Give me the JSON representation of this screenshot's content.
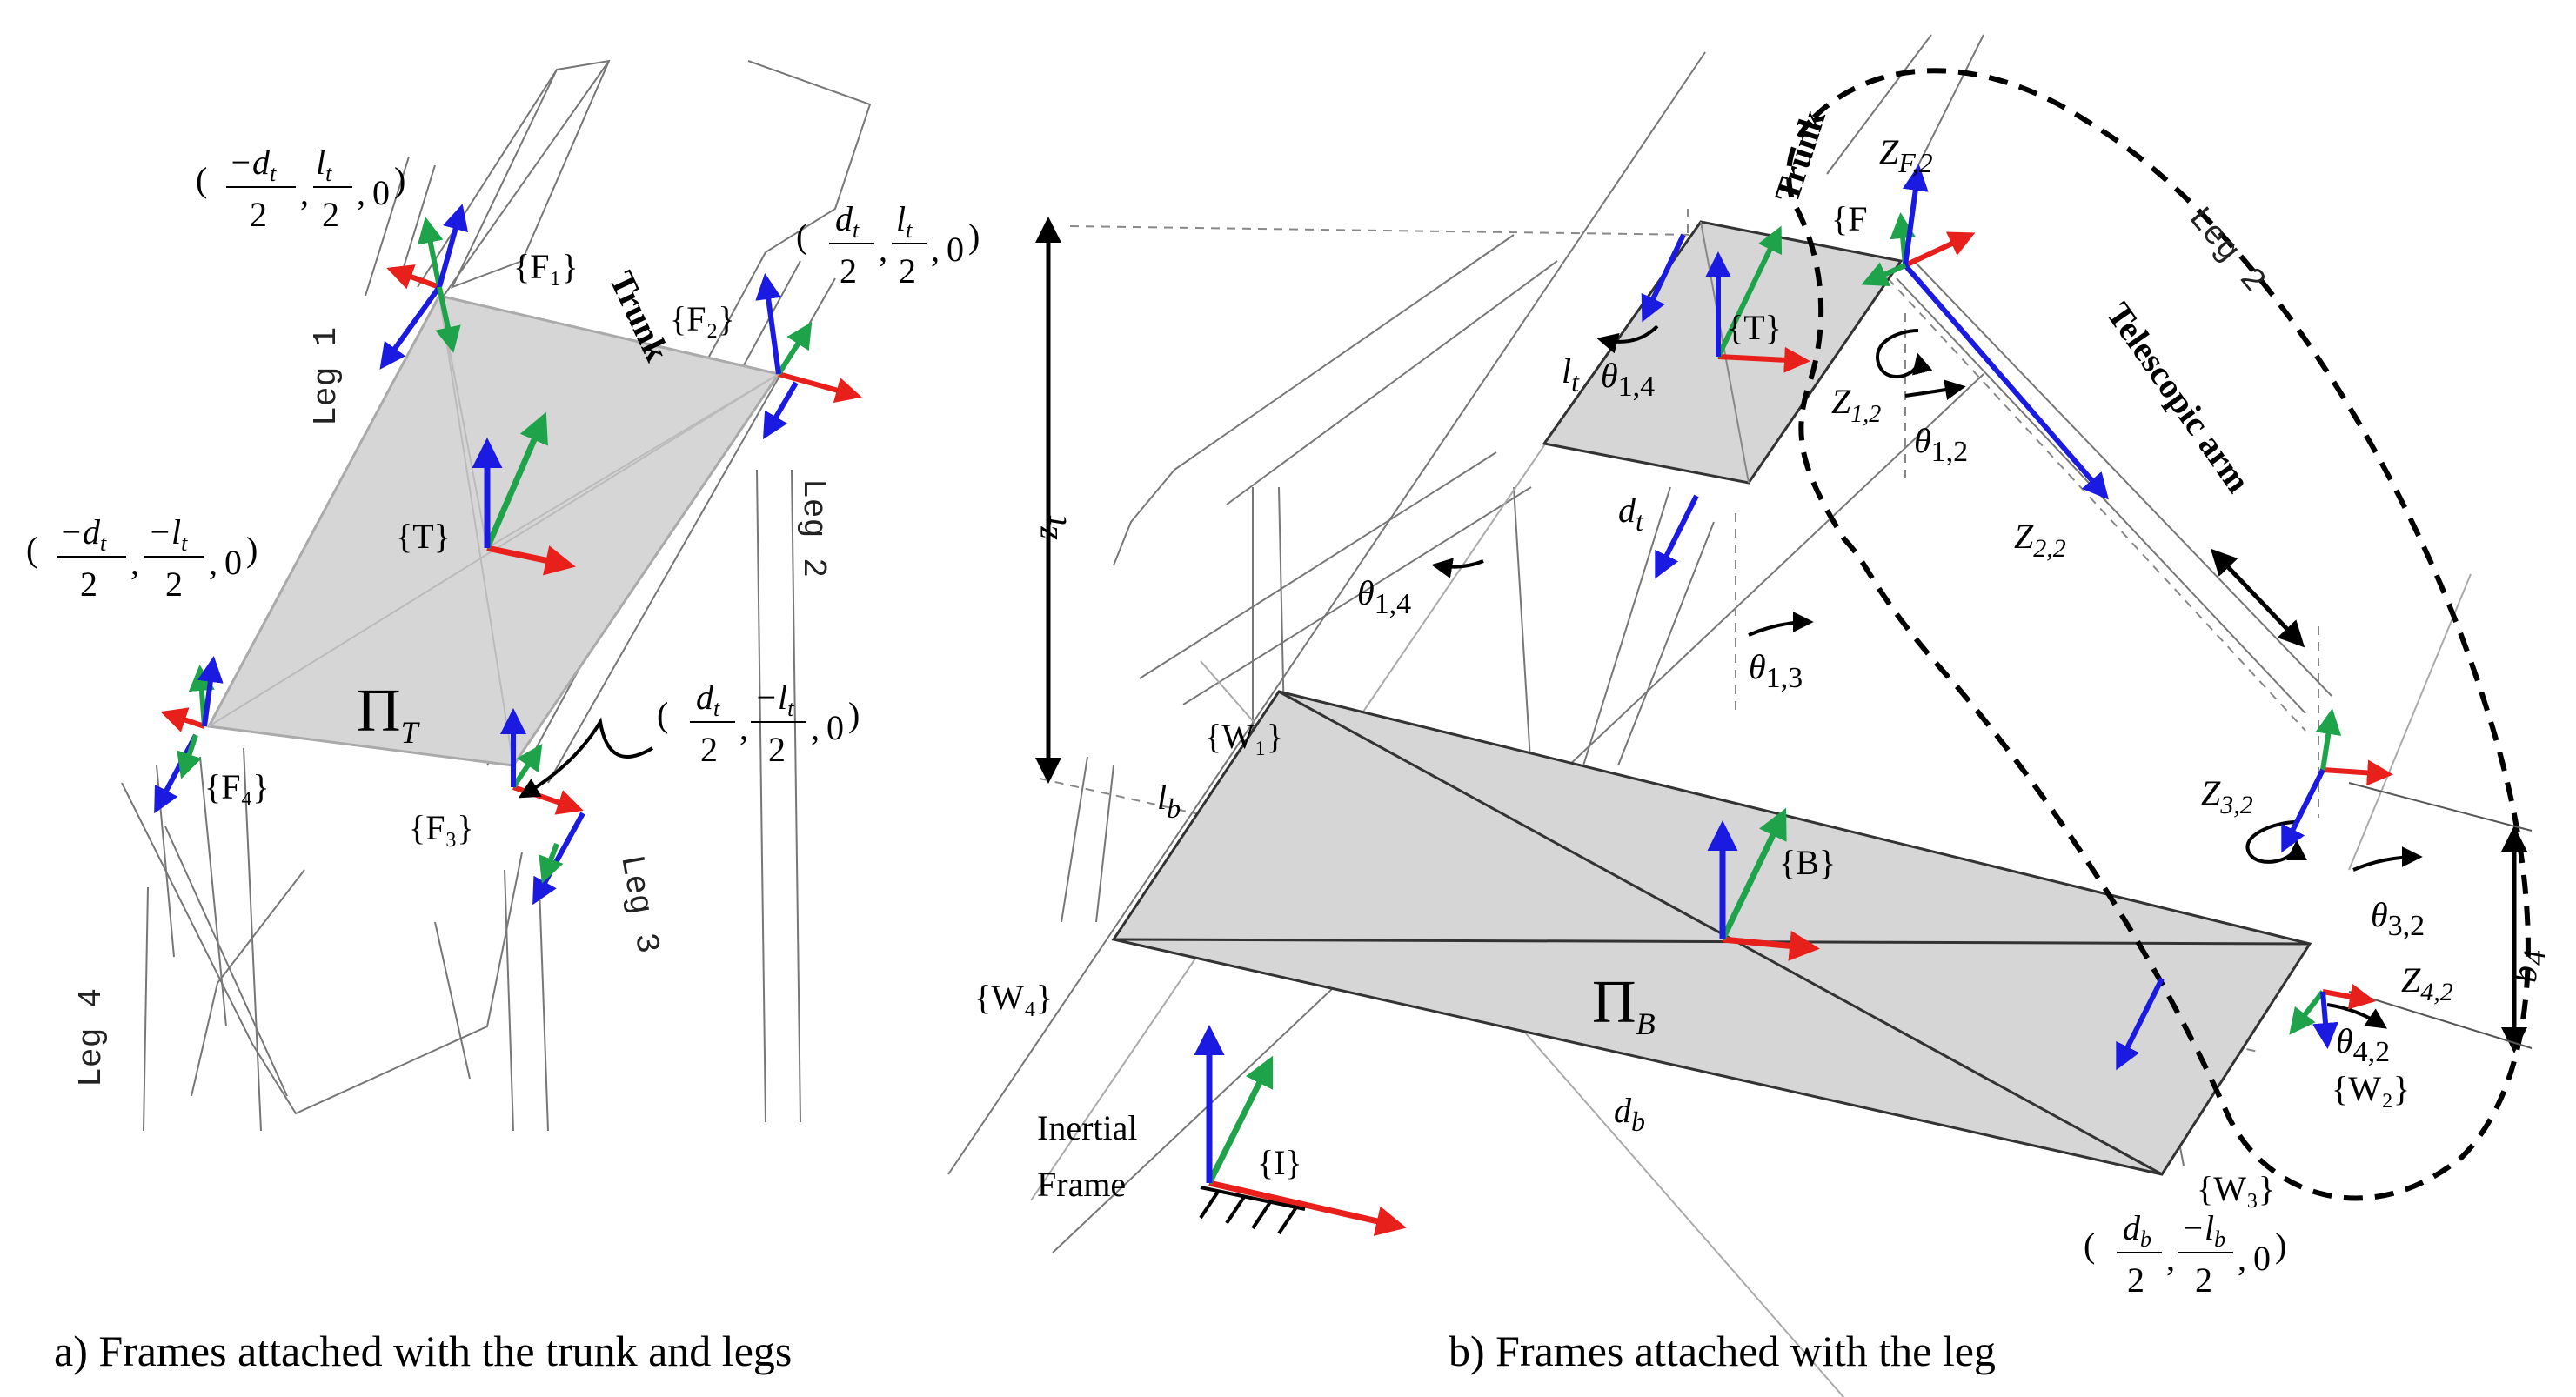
{
  "captions": {
    "left": "a) Frames attached with the trunk and legs",
    "right": "b) Frames attached with the leg"
  },
  "left_panel": {
    "trunk_label": "Trunk",
    "legs": [
      "Leg 1",
      "Leg 2",
      "Leg 3",
      "Leg 4"
    ],
    "frames": {
      "F1": "{F₁}",
      "F2": "{F₂}",
      "F3": "{F₃}",
      "F4": "{F₄}",
      "T": "{T}"
    },
    "plane": "Π",
    "plane_sub": "T",
    "coords": {
      "c1": {
        "x_num": "−d",
        "x_sub": "t",
        "y_num": "l",
        "y_sub": "t",
        "den": "2",
        "z": "0"
      },
      "c2": {
        "x_num": "d",
        "x_sub": "t",
        "y_num": "l",
        "y_sub": "t",
        "den": "2",
        "z": "0"
      },
      "c3": {
        "x_num": "−d",
        "x_sub": "t",
        "y_num": "−l",
        "y_sub": "t",
        "den": "2",
        "z": "0"
      },
      "c4": {
        "x_num": "d",
        "x_sub": "t",
        "y_num": "−l",
        "y_sub": "t",
        "den": "2",
        "z": "0"
      }
    }
  },
  "right_panel": {
    "trunk_label": "Trunk",
    "leg2_label": "Leg 2",
    "telescopic_label": "Telescopic arm",
    "inertial_line1": "Inertial",
    "inertial_line2": "Frame",
    "frames": {
      "T": "{T}",
      "B": "{B}",
      "I": "{I}",
      "F": "{F",
      "W1": "{W₁}",
      "W2": "{W₂}",
      "W3": "{W₃}",
      "W4": "{W₄}"
    },
    "plane": "Π",
    "plane_sub": "B",
    "dims": {
      "zt": "z",
      "zt_sub": "t",
      "lt": "l",
      "lt_sub": "t",
      "dt": "d",
      "dt_sub": "t",
      "lb": "l",
      "lb_sub": "b",
      "db": "d",
      "db_sub": "b",
      "b4": "b",
      "b4_sub": "4"
    },
    "angles": {
      "t14a": "θ",
      "t14a_sub": "1,4",
      "t14b": "θ",
      "t14b_sub": "1,4",
      "t12": "θ",
      "t12_sub": "1,2",
      "t13": "θ",
      "t13_sub": "1,3",
      "t32": "θ",
      "t32_sub": "3,2",
      "t42": "θ",
      "t42_sub": "4,2"
    },
    "axes": {
      "zf2": "Z",
      "zf2_sub": "F,2",
      "z12": "Z",
      "z12_sub": "1,2",
      "z22": "Z",
      "z22_sub": "2,2",
      "z32": "Z",
      "z32_sub": "3,2",
      "z42": "Z",
      "z42_sub": "4,2"
    },
    "coord_w3": {
      "x_num": "d",
      "x_sub": "b",
      "y_num": "−l",
      "y_sub": "b",
      "den": "2",
      "z": "0"
    }
  },
  "colors": {
    "x_axis": "#e8201c",
    "y_axis": "#1fa34a",
    "z_axis": "#1a1ae0",
    "plane_fill": "#d6d6d6",
    "outline": "#555555"
  }
}
